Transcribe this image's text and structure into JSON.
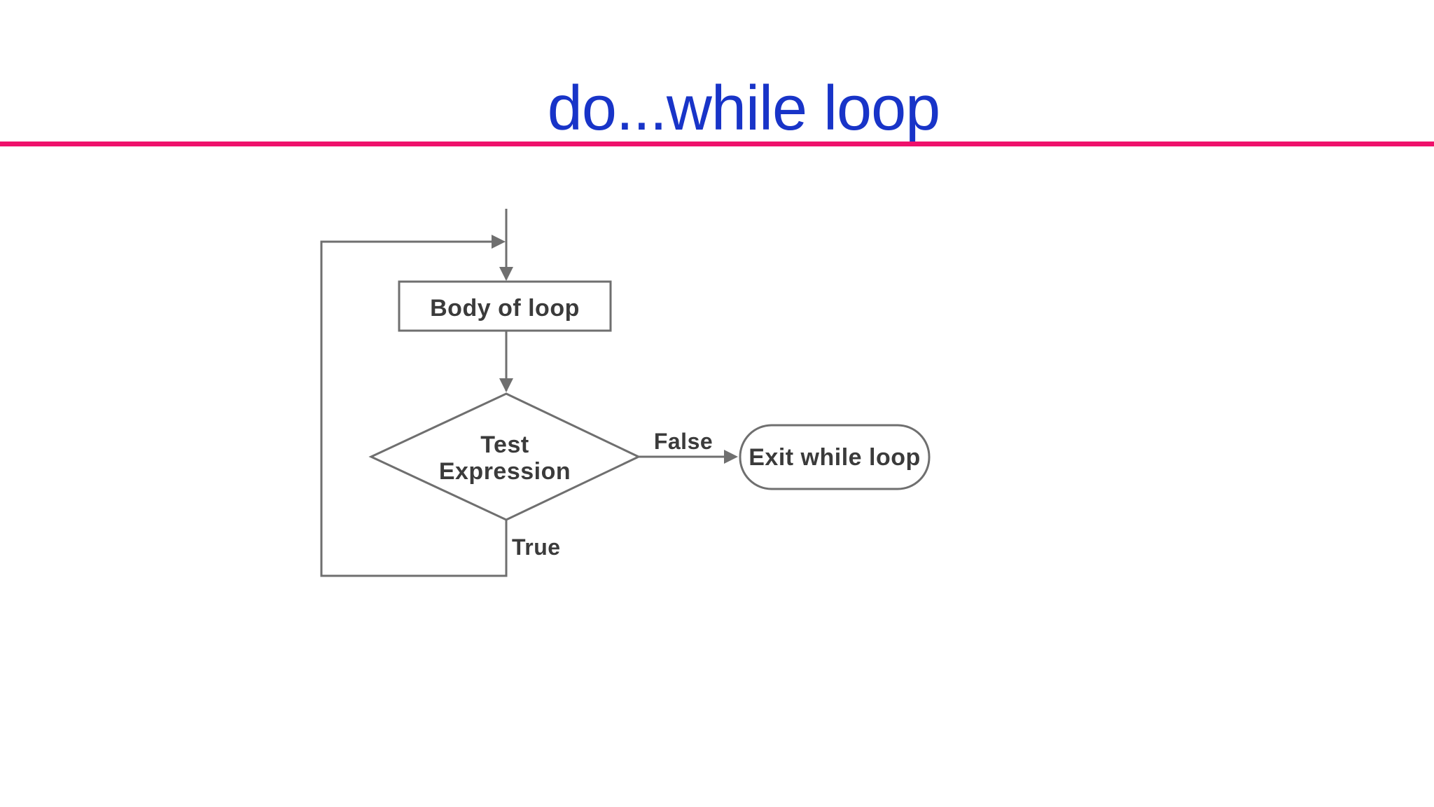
{
  "header": {
    "title": "do...while loop",
    "title_color": "#1834c8",
    "divider_color": "#ef116b"
  },
  "flowchart": {
    "stroke_color": "#6f6f6f",
    "label_color": "#3b3b3b",
    "node_fill": "#ffffff",
    "nodes": {
      "body": {
        "type": "process",
        "label": "Body of loop"
      },
      "test": {
        "type": "decision",
        "label": "Test Expression",
        "lines": [
          "Test",
          "Expression"
        ]
      },
      "exit": {
        "type": "terminator",
        "label": "Exit while loop"
      }
    },
    "branches": {
      "false_label": "False",
      "true_label": "True"
    }
  }
}
